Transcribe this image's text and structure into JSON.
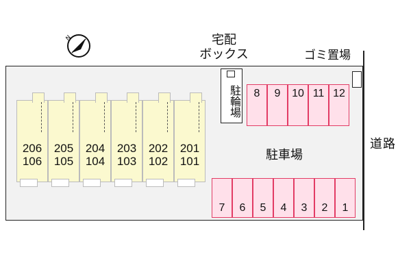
{
  "labels": {
    "delivery_box": "宅配\nボックス",
    "bike_parking": "駐輪場",
    "garbage": "ゴミ置場",
    "parking": "駐車場",
    "road": "道路"
  },
  "units": [
    {
      "upper": "206",
      "lower": "106"
    },
    {
      "upper": "205",
      "lower": "105"
    },
    {
      "upper": "204",
      "lower": "104"
    },
    {
      "upper": "203",
      "lower": "103"
    },
    {
      "upper": "202",
      "lower": "102"
    },
    {
      "upper": "201",
      "lower": "101"
    }
  ],
  "parking_top": [
    "8",
    "9",
    "10",
    "11",
    "12"
  ],
  "parking_bottom": [
    "7",
    "6",
    "5",
    "4",
    "3",
    "2",
    "1"
  ],
  "colors": {
    "parking_fill": "#ffe0ea",
    "parking_border": "#e23b64",
    "unit_fill": "#fbf9cf",
    "lot_fill": "#f2f2f2"
  },
  "icons": {
    "compass": "north-arrow-icon"
  }
}
